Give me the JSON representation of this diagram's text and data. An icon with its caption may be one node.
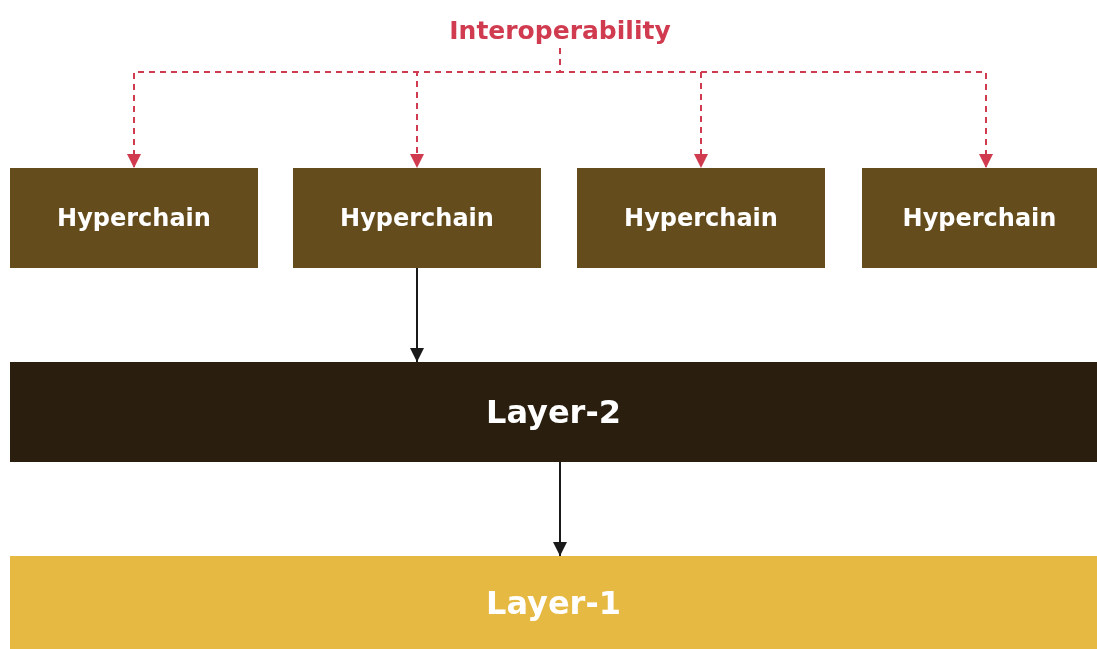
{
  "diagram": {
    "nodes": [
      {
        "text": [
          "Interoperability"
        ]
      },
      {
        "text": [
          "Hyperchain"
        ]
      },
      {
        "text": [
          "Hyperchain"
        ]
      },
      {
        "text": [
          "Hyperchain"
        ]
      },
      {
        "text": [
          "Hyperchain"
        ]
      },
      {
        "text": [
          "Layer-2"
        ]
      },
      {
        "text": [
          "Layer-1"
        ]
      }
    ],
    "edges": [
      {
        "from": 0,
        "to": 1,
        "arrow": "to",
        "style": "dashed",
        "color": "#d13b50"
      },
      {
        "from": 0,
        "to": 2,
        "arrow": "to",
        "style": "dashed",
        "color": "#d13b50"
      },
      {
        "from": 0,
        "to": 3,
        "arrow": "to",
        "style": "dashed",
        "color": "#d13b50"
      },
      {
        "from": 0,
        "to": 4,
        "arrow": "to",
        "style": "dashed",
        "color": "#d13b50"
      },
      {
        "from": 2,
        "to": 5,
        "arrow": "to",
        "color": "#1a1a1a"
      },
      {
        "from": 5,
        "to": 6,
        "arrow": "to",
        "color": "#1a1a1a"
      }
    ]
  }
}
